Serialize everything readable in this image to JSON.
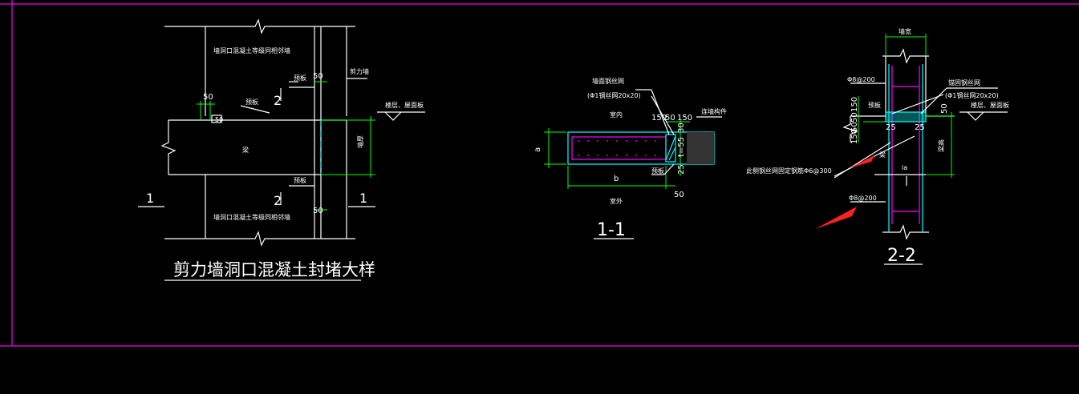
{
  "drawing": {
    "main_title": "剪力墙洞口混凝土封堵大样",
    "plan": {
      "fill_top": "墙洞口混凝土等级同相邻墙",
      "fill_bottom": "墙洞口混凝土等级同相邻墙",
      "beam": "梁",
      "shear_wall": "剪力墙",
      "wall_width": "墙厚",
      "floor_note": "楼层、屋面板",
      "embed_top": "预板",
      "embed_mid": "预板",
      "embed_bot": "预板",
      "dim_50_a": "50",
      "dim_50_b": "50",
      "dim_50_c": "50",
      "dim_50_box": "50",
      "mark_2_top": "2",
      "mark_2_bot": "2",
      "sec_1_left": "1",
      "sec_1_right": "1"
    },
    "section_11": {
      "label": "1-1",
      "mesh_note_1": "墙面钢丝网",
      "mesh_note_2": "(Φ1钢丝网20x20)",
      "inside": "室内",
      "outside": "室外",
      "adjacent": "连墙构件",
      "embed": "预板",
      "dims": [
        "150",
        "50",
        "150"
      ],
      "dim_30": "30",
      "dim_tscrew": "t=55",
      "dim_25": "25",
      "dim_a": "a",
      "dim_b": "b",
      "dim_50": "50"
    },
    "section_22": {
      "label": "2-2",
      "top_label": "墙宽",
      "rebar_top": "Φ8@200",
      "rebar_bot": "Φ8@200",
      "mesh_note_1": "锚固钢丝网",
      "mesh_note_2": "(Φ1钢丝网20x20)",
      "floor_note": "楼层、屋面板",
      "embed": "预板",
      "dims": [
        "150",
        "50",
        "50",
        "150"
      ],
      "dim_25_l": "25",
      "dim_25_r": "25",
      "dim_50": "50",
      "beam": "梁",
      "beam_height": "梁高",
      "la": "la",
      "fix_note": "此侧钢丝网固定钢筋Φ6@300"
    }
  }
}
